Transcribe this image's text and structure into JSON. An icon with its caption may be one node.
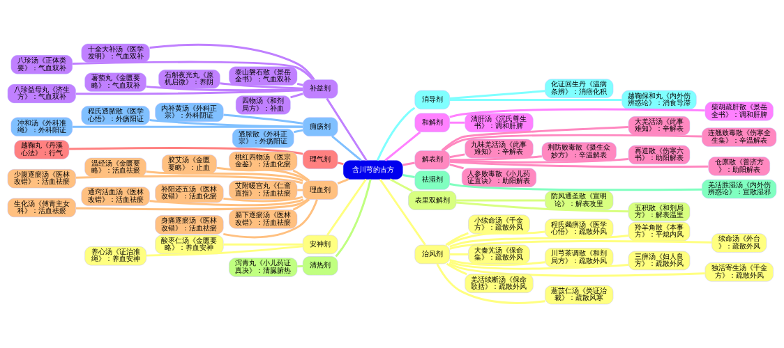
{
  "diagram": {
    "nodes": [
      {
        "text": [
          "含川芎的古方"
        ]
      },
      {
        "text": [
          "补益剂"
        ]
      },
      {
        "text": [
          "十全大补汤《医学发明》：气血双补"
        ]
      },
      {
        "text": [
          "八珍汤《正体类要》：气血双补"
        ]
      },
      {
        "text": [
          "泰山磐石散《景岳全书》：气血双补"
        ]
      },
      {
        "text": [
          "石斛夜光丸《原机启微》：养阴"
        ]
      },
      {
        "text": [
          "薯蓣丸《金匮要略》：气血双补"
        ]
      },
      {
        "text": [
          "八珍益母丸《济生方》：气血双补"
        ]
      },
      {
        "text": [
          "四物汤《和剂局方》：补血"
        ]
      },
      {
        "text": [
          "消导剂"
        ]
      },
      {
        "text": [
          "化证回生丹《温病条辨》：消痞化积"
        ]
      },
      {
        "text": [
          "越鞠保和丸《内外伤辨惑论》：消食导滞"
        ]
      },
      {
        "text": [
          "和解剂"
        ]
      },
      {
        "text": [
          "柴胡疏肝散《景岳全书》：调和肝脾"
        ]
      },
      {
        "text": [
          "清肝汤《沉氏尊生书》：调和肝脾"
        ]
      },
      {
        "text": [
          "痈疡剂"
        ]
      },
      {
        "text": [
          "内补黄汤《外科正宗》：外科阴证"
        ]
      },
      {
        "text": [
          "程氏透脓散《医学心悟》：外疡阳证"
        ]
      },
      {
        "text": [
          "冲和汤《外科准绳》：外科阳证"
        ]
      },
      {
        "text": [
          "透脓散《外科正宗》：外疡阳证"
        ]
      },
      {
        "text": [
          "理气剂"
        ]
      },
      {
        "text": [
          "越鞠丸《丹溪心法》：行气"
        ]
      },
      {
        "text": [
          "解表剂"
        ]
      },
      {
        "text": [
          "大羌活汤《此事难知》：辛解表"
        ]
      },
      {
        "text": [
          "连翘败毒散《伤寒全生集》：辛温解表"
        ]
      },
      {
        "text": [
          "九味羌活汤《此事难知》：辛解表"
        ]
      },
      {
        "text": [
          "荆防败毒散《摄生众妙方》：辛温解表"
        ]
      },
      {
        "text": [
          "再造散《伤寒六书》：助阳解表"
        ]
      },
      {
        "text": [
          "仓廪散《普济方》：助阳解表"
        ]
      },
      {
        "text": [
          "人参败毒散《小儿药证直诀》：助阳解表"
        ]
      },
      {
        "text": [
          "祛湿剂"
        ]
      },
      {
        "text": [
          "羌活胜湿汤《内外伤辨惑论》：宣散湿邪"
        ]
      },
      {
        "text": [
          "理血剂"
        ]
      },
      {
        "text": [
          "桃红四物汤《医宗金鉴》：活血化瘀"
        ]
      },
      {
        "text": [
          "胶艾汤《金匮要略》：止血"
        ]
      },
      {
        "text": [
          "温经汤《金匮要略》：活血祛瘀"
        ]
      },
      {
        "text": [
          "少腹逐瘀汤《医林改错》：活血祛瘀"
        ]
      },
      {
        "text": [
          "艾附暖宫丸《仁斋直指》：活血祛瘀"
        ]
      },
      {
        "text": [
          "补阳还五汤《医林改错》：活血化瘀"
        ]
      },
      {
        "text": [
          "通窍活血汤《医林改错》：活血祛瘀"
        ]
      },
      {
        "text": [
          "生化汤《傅青主女科》：活血祛瘀"
        ]
      },
      {
        "text": [
          "膈下逐瘀汤《医林改错》：活血祛瘀"
        ]
      },
      {
        "text": [
          "身痛逐瘀汤《医林改错》：活血祛瘀"
        ]
      },
      {
        "text": [
          "安神剂"
        ]
      },
      {
        "text": [
          "酸枣仁汤《金匮要略》：养血安神"
        ]
      },
      {
        "text": [
          "养心汤《证治准绳》：养血安神"
        ]
      },
      {
        "text": [
          "清热剂"
        ]
      },
      {
        "text": [
          "泻青丸《小儿药证真决》：清臓腑热"
        ]
      },
      {
        "text": [
          "表里双解剂"
        ]
      },
      {
        "text": [
          "防风通圣散《宣明论》：解表攻里"
        ]
      },
      {
        "text": [
          "五积散《和剂局方》：解表温里"
        ]
      },
      {
        "text": [
          "治风剂"
        ]
      },
      {
        "text": [
          "小续命汤《千金方》：疏散外风"
        ]
      },
      {
        "text": [
          "程氏蠲痹汤《医学心悟》：疏散外风"
        ]
      },
      {
        "text": [
          "羚羊角散《本事方》：平熄内风"
        ]
      },
      {
        "text": [
          "续命汤《外台》：疏散外风"
        ]
      },
      {
        "text": [
          "大秦艽汤《保命集》：疏散外风"
        ]
      },
      {
        "text": [
          "川芎茶调散《和剂局方》：疏散外风"
        ]
      },
      {
        "text": [
          "三痹汤《妇人良方》：疏散外风"
        ]
      },
      {
        "text": [
          "独活寄生汤《千金方》：疏散外风"
        ]
      },
      {
        "text": [
          "羌活续断汤《保命歌括》：疏散外风"
        ]
      },
      {
        "text": [
          "薏苡仁汤《类证治裁》：疏散风寒"
        ]
      }
    ],
    "edges": [
      {
        "from": 0,
        "to": 1,
        "arrow": "none",
        "color": "#c080ff"
      },
      {
        "from": 1,
        "to": 2,
        "arrow": "none",
        "color": "#c080ff"
      },
      {
        "from": 1,
        "to": 3,
        "arrow": "none",
        "color": "#c080ff"
      },
      {
        "from": 1,
        "to": 4,
        "arrow": "none",
        "color": "#c080ff"
      },
      {
        "from": 1,
        "to": 5,
        "arrow": "none",
        "color": "#c080ff"
      },
      {
        "from": 1,
        "to": 6,
        "arrow": "none",
        "color": "#c080ff"
      },
      {
        "from": 1,
        "to": 7,
        "arrow": "none",
        "color": "#c080ff"
      },
      {
        "from": 1,
        "to": 8,
        "arrow": "none",
        "color": "#c080ff"
      },
      {
        "from": 0,
        "to": 9,
        "arrow": "none",
        "color": "#80ffff"
      },
      {
        "from": 9,
        "to": 10,
        "arrow": "none",
        "color": "#80ffff"
      },
      {
        "from": 9,
        "to": 11,
        "arrow": "none",
        "color": "#80ffff"
      },
      {
        "from": 0,
        "to": 12,
        "arrow": "none",
        "color": "#ff80ff"
      },
      {
        "from": 12,
        "to": 13,
        "arrow": "none",
        "color": "#ff80ff"
      },
      {
        "from": 12,
        "to": 14,
        "arrow": "none",
        "color": "#ff80ff"
      },
      {
        "from": 0,
        "to": 15,
        "arrow": "none",
        "color": "#80c0ff"
      },
      {
        "from": 15,
        "to": 16,
        "arrow": "none",
        "color": "#80c0ff"
      },
      {
        "from": 15,
        "to": 17,
        "arrow": "none",
        "color": "#80c0ff"
      },
      {
        "from": 15,
        "to": 18,
        "arrow": "none",
        "color": "#80c0ff"
      },
      {
        "from": 15,
        "to": 19,
        "arrow": "none",
        "color": "#80c0ff"
      },
      {
        "from": 0,
        "to": 20,
        "arrow": "none",
        "color": "#ff8080"
      },
      {
        "from": 20,
        "to": 21,
        "arrow": "none",
        "color": "#ff8080"
      },
      {
        "from": 0,
        "to": 22,
        "arrow": "none",
        "color": "#ff88c0"
      },
      {
        "from": 22,
        "to": 23,
        "arrow": "none",
        "color": "#ff88c0"
      },
      {
        "from": 22,
        "to": 24,
        "arrow": "none",
        "color": "#ff88c0"
      },
      {
        "from": 22,
        "to": 25,
        "arrow": "none",
        "color": "#ff88c0"
      },
      {
        "from": 22,
        "to": 26,
        "arrow": "none",
        "color": "#ff88c0"
      },
      {
        "from": 22,
        "to": 27,
        "arrow": "none",
        "color": "#ff88c0"
      },
      {
        "from": 22,
        "to": 28,
        "arrow": "none",
        "color": "#ff88c0"
      },
      {
        "from": 22,
        "to": 29,
        "arrow": "none",
        "color": "#ff88c0"
      },
      {
        "from": 0,
        "to": 30,
        "arrow": "none",
        "color": "#80ffc0"
      },
      {
        "from": 30,
        "to": 31,
        "arrow": "none",
        "color": "#80ffc0"
      },
      {
        "from": 0,
        "to": 32,
        "arrow": "none",
        "color": "#ffc080"
      },
      {
        "from": 32,
        "to": 33,
        "arrow": "none",
        "color": "#ffc080"
      },
      {
        "from": 32,
        "to": 34,
        "arrow": "none",
        "color": "#ffc080"
      },
      {
        "from": 32,
        "to": 35,
        "arrow": "none",
        "color": "#ffc080"
      },
      {
        "from": 32,
        "to": 36,
        "arrow": "none",
        "color": "#ffc080"
      },
      {
        "from": 32,
        "to": 37,
        "arrow": "none",
        "color": "#ffc080"
      },
      {
        "from": 32,
        "to": 38,
        "arrow": "none",
        "color": "#ffc080"
      },
      {
        "from": 32,
        "to": 39,
        "arrow": "none",
        "color": "#ffc080"
      },
      {
        "from": 32,
        "to": 40,
        "arrow": "none",
        "color": "#ffc080"
      },
      {
        "from": 32,
        "to": 41,
        "arrow": "none",
        "color": "#ffc080"
      },
      {
        "from": 32,
        "to": 42,
        "arrow": "none",
        "color": "#ffc080"
      },
      {
        "from": 0,
        "to": 43,
        "arrow": "none",
        "color": "#ffff80"
      },
      {
        "from": 43,
        "to": 44,
        "arrow": "none",
        "color": "#ffff80"
      },
      {
        "from": 43,
        "to": 45,
        "arrow": "none",
        "color": "#ffff80"
      },
      {
        "from": 0,
        "to": 46,
        "arrow": "none",
        "color": "#c0ff80"
      },
      {
        "from": 46,
        "to": 47,
        "arrow": "none",
        "color": "#c0ff80"
      },
      {
        "from": 0,
        "to": 48,
        "arrow": "none",
        "color": "#d8ff80"
      },
      {
        "from": 48,
        "to": 49,
        "arrow": "none",
        "color": "#d8ff80"
      },
      {
        "from": 48,
        "to": 50,
        "arrow": "none",
        "color": "#d8ff80"
      },
      {
        "from": 0,
        "to": 51,
        "arrow": "none",
        "color": "#ffff80"
      },
      {
        "from": 51,
        "to": 52,
        "arrow": "none",
        "color": "#ffff80"
      },
      {
        "from": 51,
        "to": 53,
        "arrow": "none",
        "color": "#ffff80"
      },
      {
        "from": 51,
        "to": 54,
        "arrow": "none",
        "color": "#ffff80"
      },
      {
        "from": 51,
        "to": 55,
        "arrow": "none",
        "color": "#ffff80"
      },
      {
        "from": 51,
        "to": 56,
        "arrow": "none",
        "color": "#ffff80"
      },
      {
        "from": 51,
        "to": 57,
        "arrow": "none",
        "color": "#ffff80"
      },
      {
        "from": 51,
        "to": 58,
        "arrow": "none",
        "color": "#ffff80"
      },
      {
        "from": 51,
        "to": 59,
        "arrow": "none",
        "color": "#ffff80"
      },
      {
        "from": 51,
        "to": 60,
        "arrow": "none",
        "color": "#ffff80"
      },
      {
        "from": 51,
        "to": 61,
        "arrow": "none",
        "color": "#ffff80"
      }
    ]
  }
}
